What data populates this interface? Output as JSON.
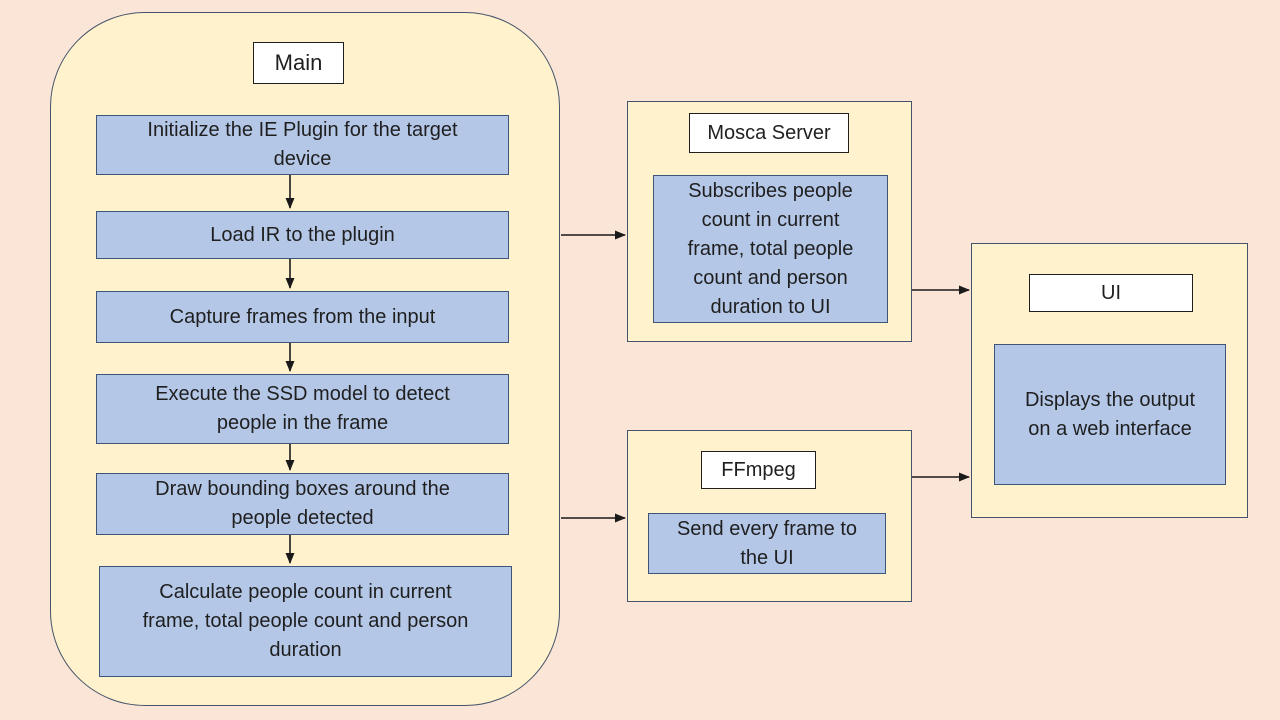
{
  "palette": {
    "background": "#FBE5D6",
    "group_fill": "#FFF2CC",
    "group_border": "#44546A",
    "node_fill": "#B4C7E7",
    "node_border": "#3C5578",
    "title_fill": "#FFFFFF",
    "title_border": "#1F1F1F",
    "text": "#1F1F1F",
    "arrow": "#1A1A1A"
  },
  "groups": {
    "main": {
      "title": "Main",
      "steps": [
        "Initialize the IE Plugin for the target\ndevice",
        "Load IR to the plugin",
        "Capture frames from the input",
        "Execute the SSD model to detect\npeople in the frame",
        "Draw bounding boxes around the\npeople detected",
        "Calculate people count in current\nframe, total people count and person\nduration"
      ]
    },
    "mosca": {
      "title": "Mosca Server",
      "body": "Subscribes people\ncount in current\nframe, total people\ncount and person\nduration to UI"
    },
    "ffmpeg": {
      "title": "FFmpeg",
      "body": "Send every frame to\nthe UI"
    },
    "ui": {
      "title": "UI",
      "body": "Displays the output\non a web interface"
    }
  },
  "connections": [
    {
      "from": "main-step-1",
      "to": "main-step-2"
    },
    {
      "from": "main-step-2",
      "to": "main-step-3"
    },
    {
      "from": "main-step-3",
      "to": "main-step-4"
    },
    {
      "from": "main-step-4",
      "to": "main-step-5"
    },
    {
      "from": "main-step-5",
      "to": "main-step-6"
    },
    {
      "from": "main",
      "to": "mosca-server"
    },
    {
      "from": "main",
      "to": "ffmpeg"
    },
    {
      "from": "mosca-server",
      "to": "ui"
    },
    {
      "from": "ffmpeg",
      "to": "ui"
    }
  ]
}
